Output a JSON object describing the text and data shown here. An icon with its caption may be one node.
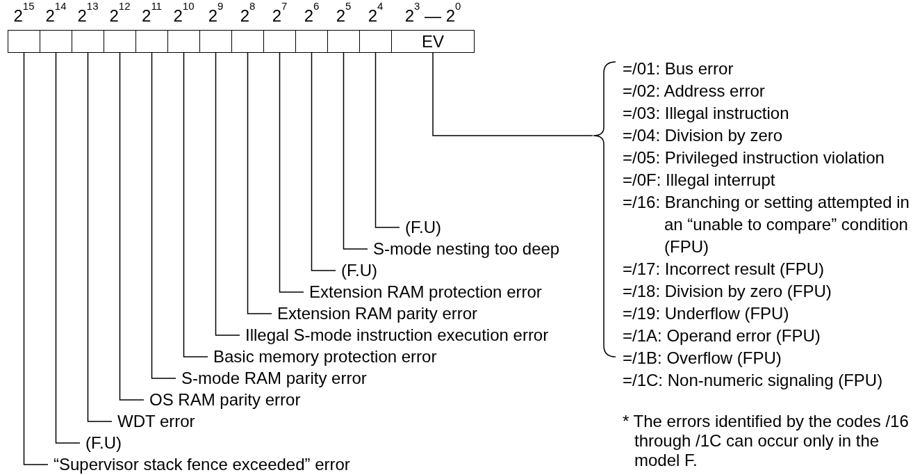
{
  "diagram": {
    "nodes": [
      {
        "text": [],
        "shape": "box"
      },
      {
        "text": [],
        "shape": "box"
      },
      {
        "text": [],
        "shape": "box"
      },
      {
        "text": [],
        "shape": "box"
      },
      {
        "text": [],
        "shape": "box"
      },
      {
        "text": [],
        "shape": "box"
      },
      {
        "text": [],
        "shape": "box"
      },
      {
        "text": [],
        "shape": "box"
      },
      {
        "text": [],
        "shape": "box"
      },
      {
        "text": [],
        "shape": "box"
      },
      {
        "text": [],
        "shape": "box"
      },
      {
        "text": [],
        "shape": "box"
      },
      {
        "text": [
          "EV"
        ]
      },
      {
        "text": [
          "(F.U)"
        ]
      },
      {
        "text": [
          "S-mode nesting too deep"
        ]
      },
      {
        "text": [
          "(F.U)"
        ]
      },
      {
        "text": [
          "Extension RAM protection error"
        ]
      },
      {
        "text": [
          "Extension RAM parity error"
        ]
      },
      {
        "text": [
          "Illegal S-mode instruction execution error"
        ]
      },
      {
        "text": [
          "Basic memory protection error"
        ]
      },
      {
        "text": [
          "S-mode RAM parity error"
        ]
      },
      {
        "text": [
          "OS RAM parity error"
        ]
      },
      {
        "text": [
          "WDT error"
        ]
      },
      {
        "text": [
          "(F.U)"
        ]
      },
      {
        "text": [
          "“Supervisor stack fence exceeded” error"
        ]
      },
      {
        "text": [
          "=/01: Bus error",
          "=/02: Address error",
          "=/03: Illegal instruction",
          "=/04: Division by zero",
          "=/05: Privileged instruction violation",
          "=/0F: Illegal interrupt",
          "=/16: Branching or setting attempted in an “unable to compare” condition (FPU)",
          "=/17: Incorrect result (FPU)",
          "=/18: Division by zero (FPU)",
          "=/19: Underflow (FPU)",
          "=/1A: Operand error (FPU)",
          "=/1B: Overflow (FPU)"
        ]
      }
    ],
    "edges": [
      {
        "from": 0,
        "to": 24,
        "arrow": "none"
      },
      {
        "from": 1,
        "to": 23,
        "arrow": "none"
      },
      {
        "from": 2,
        "to": 22,
        "arrow": "none"
      },
      {
        "from": 3,
        "to": 21,
        "arrow": "none"
      },
      {
        "from": 4,
        "to": 20,
        "arrow": "none"
      },
      {
        "from": 5,
        "to": 19,
        "arrow": "none"
      },
      {
        "from": 6,
        "to": 18,
        "arrow": "none"
      },
      {
        "from": 7,
        "to": 17,
        "arrow": "none"
      },
      {
        "from": 8,
        "to": 16,
        "arrow": "none"
      },
      {
        "from": 9,
        "to": 15,
        "arrow": "none"
      },
      {
        "from": 10,
        "to": 14,
        "arrow": "none"
      },
      {
        "from": 11,
        "to": 13,
        "arrow": "none"
      },
      {
        "from": 12,
        "to": 25,
        "arrow": "none"
      }
    ],
    "labels": [
      "2$^{15}$",
      "2$^{14}$",
      "2$^{13}$",
      "2$^{12}$",
      "2$^{11}$",
      "2$^{10}$",
      "2$^{9}$",
      "2$^{8}$",
      "2$^{7}$",
      "2$^{6}$",
      "2$^{5}$",
      "2$^{4}$",
      "2$^{3}$ — 2$^{0}$",
      "=/1C: Non-numeric signaling (FPU)",
      "* The errors identified by the codes /16 through /1C can occur only in the model F."
    ]
  }
}
